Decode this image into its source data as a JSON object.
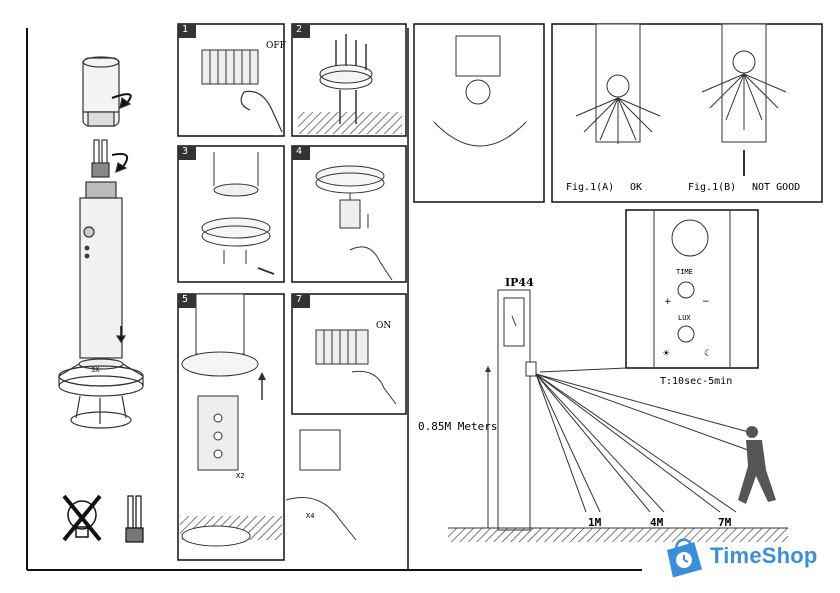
{
  "panels": {
    "step1_label": "OFF",
    "step7_label": "ON",
    "steps": [
      "1",
      "2",
      "3",
      "4",
      "5",
      "7"
    ],
    "screw_count_label": "3X",
    "x2_label": "X2",
    "x4_label": "X4",
    "callout_numbers": [
      "4",
      "1",
      "2",
      "3"
    ]
  },
  "sensor_figs": {
    "fig_a_label": "Fig.1(A)",
    "fig_a_status": "OK",
    "fig_b_label": "Fig.1(B)",
    "fig_b_status": "NOT GOOD"
  },
  "sensor_panel": {
    "time_label": "TIME",
    "lux_label": "LUX",
    "plus": "+",
    "minus": "−",
    "timer_range": "T:10sec-5min"
  },
  "installation": {
    "ip_rating": "IP44",
    "height_label": "0.85M Meters",
    "distances": [
      "1M",
      "4M",
      "7M"
    ]
  },
  "brand": {
    "name": "TimeShop",
    "color": "#3b8fd9"
  }
}
